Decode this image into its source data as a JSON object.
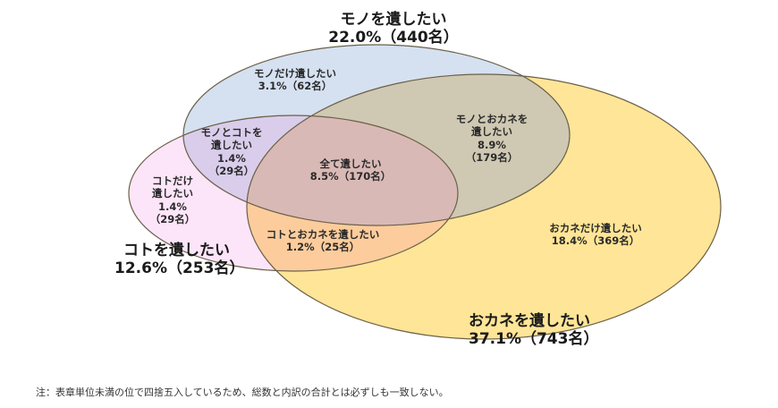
{
  "sets": {
    "mono": {
      "title": "モノを遺したい",
      "value": "22.0%（440名）",
      "color": "#d5e1f1"
    },
    "koto": {
      "title": "コトを遺したい",
      "value": "12.6%（253名）",
      "color": "#fde5f9"
    },
    "okane": {
      "title": "おカネを遺したい",
      "value": "37.1%（743名）",
      "color": "#ffe597"
    }
  },
  "regions": {
    "mono_only": {
      "label": "モノだけ遺したい",
      "value": "3.1%（62名）"
    },
    "mono_koto": {
      "label1": "モノとコトを",
      "label2": "遺したい",
      "pct": "1.4%",
      "count": "（29名）"
    },
    "koto_only": {
      "label1": "コトだけ",
      "label2": "遺したい",
      "pct": "1.4%",
      "count": "（29名）"
    },
    "all": {
      "label": "全て遺したい",
      "value": "8.5%（170名）"
    },
    "mono_okane": {
      "label1": "モノとおカネを",
      "label2": "遺したい",
      "pct": "8.9%",
      "count": "（179名）"
    },
    "koto_okane": {
      "label": "コトとおカネを遺したい",
      "value": "1.2%（25名）"
    },
    "okane_only": {
      "label": "おカネだけ遺したい",
      "value": "18.4%（369名）"
    }
  },
  "colors": {
    "mono_koto": "#d9cdeb",
    "mono_okane": "#cfc8b2",
    "koto_okane": "#fccc9c",
    "all": "#d9b9b6",
    "outline": "#6b6048"
  },
  "footnote": "注：表章単位未満の位で四捨五入しているため、総数と内訳の合計とは必ずしも一致しない。",
  "chart_data": {
    "type": "venn",
    "title": "",
    "sets": [
      {
        "name": "モノを遺したい",
        "percent": 22.0,
        "count": 440
      },
      {
        "name": "コトを遺したい",
        "percent": 12.6,
        "count": 253
      },
      {
        "name": "おカネを遺したい",
        "percent": 37.1,
        "count": 743
      }
    ],
    "regions": [
      {
        "sets": [
          "モノ"
        ],
        "label": "モノだけ遺したい",
        "percent": 3.1,
        "count": 62
      },
      {
        "sets": [
          "コト"
        ],
        "label": "コトだけ遺したい",
        "percent": 1.4,
        "count": 29
      },
      {
        "sets": [
          "おカネ"
        ],
        "label": "おカネだけ遺したい",
        "percent": 18.4,
        "count": 369
      },
      {
        "sets": [
          "モノ",
          "コト"
        ],
        "label": "モノとコトを遺したい",
        "percent": 1.4,
        "count": 29
      },
      {
        "sets": [
          "モノ",
          "おカネ"
        ],
        "label": "モノとおカネを遺したい",
        "percent": 8.9,
        "count": 179
      },
      {
        "sets": [
          "コト",
          "おカネ"
        ],
        "label": "コトとおカネを遺したい",
        "percent": 1.2,
        "count": 25
      },
      {
        "sets": [
          "モノ",
          "コト",
          "おカネ"
        ],
        "label": "全て遺したい",
        "percent": 8.5,
        "count": 170
      }
    ],
    "annotations": [
      "注：表章単位未満の位で四捨五入しているため、総数と内訳の合計とは必ずしも一致しない。"
    ]
  }
}
